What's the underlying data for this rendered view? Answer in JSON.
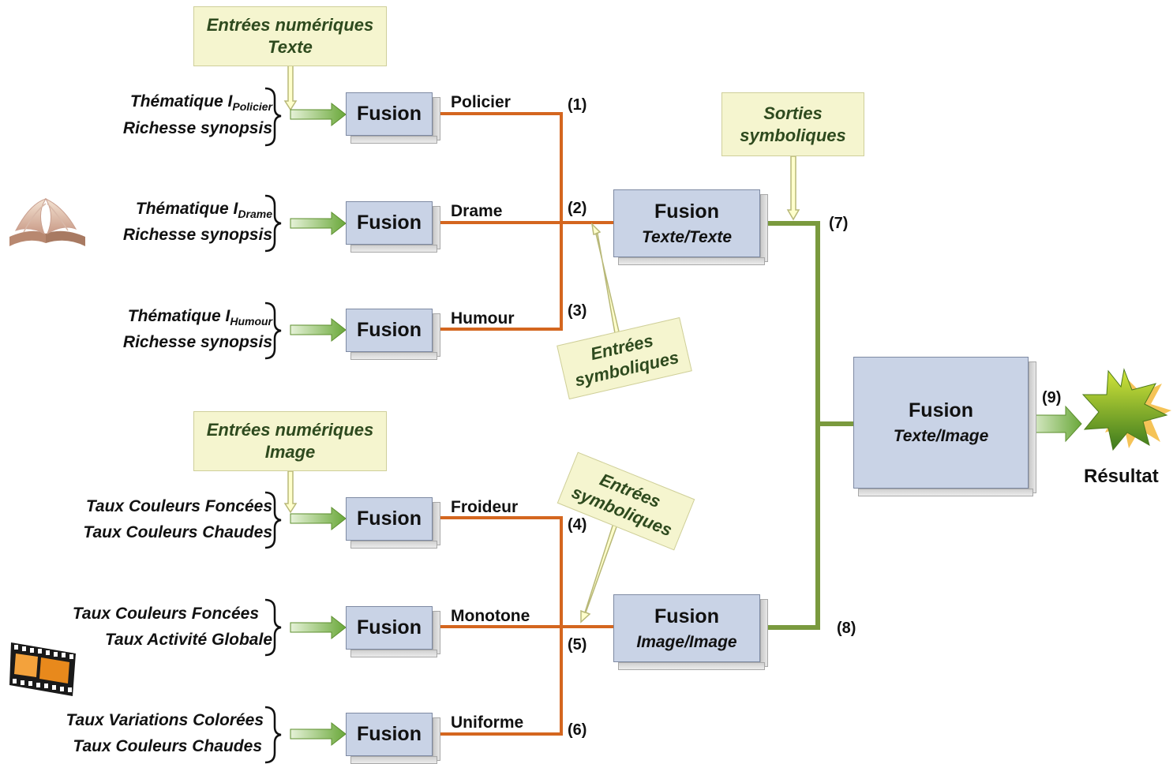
{
  "notes": {
    "num_text": [
      "Entrées numériques",
      "Texte"
    ],
    "num_image": [
      "Entrées numériques",
      "Image"
    ],
    "sorties": [
      "Sorties",
      "symboliques"
    ],
    "entrees_sym_1": [
      "Entrées",
      "symboliques"
    ],
    "entrees_sym_2": [
      "Entrées",
      "symboliques"
    ]
  },
  "inputs": {
    "g1": {
      "line1": "Thématique I",
      "sub1": "Policier",
      "line2": "Richesse synopsis"
    },
    "g2": {
      "line1": "Thématique I",
      "sub1": "Drame",
      "line2": "Richesse synopsis"
    },
    "g3": {
      "line1": "Thématique I",
      "sub1": "Humour",
      "line2": "Richesse synopsis"
    },
    "g4": {
      "line1": "Taux Couleurs Foncées",
      "line2": "Taux Couleurs Chaudes"
    },
    "g5": {
      "line1": "Taux Couleurs Foncées",
      "line2": "Taux Activité Globale"
    },
    "g6": {
      "line1": "Taux Variations Colorées",
      "line2": "Taux Couleurs Chaudes"
    }
  },
  "fusion_label": "Fusion",
  "categories": [
    "Policier",
    "Drame",
    "Humour",
    "Froideur",
    "Monotone",
    "Uniforme"
  ],
  "numbers": [
    "(1)",
    "(2)",
    "(3)",
    "(4)",
    "(5)",
    "(6)",
    "(7)",
    "(8)",
    "(9)"
  ],
  "fusion_tt": {
    "title": "Fusion",
    "sub": "Texte/Texte"
  },
  "fusion_ii": {
    "title": "Fusion",
    "sub": "Image/Image"
  },
  "fusion_ti": {
    "title": "Fusion",
    "sub": "Texte/Image"
  },
  "result_label": "Résultat",
  "icons": [
    "book-icon",
    "film-strip-icon",
    "star-burst-icon"
  ],
  "colors": {
    "orange": "#d4661f",
    "green": "#7a9a3e",
    "box": "#c9d3e6",
    "note": "#f5f5cf"
  }
}
